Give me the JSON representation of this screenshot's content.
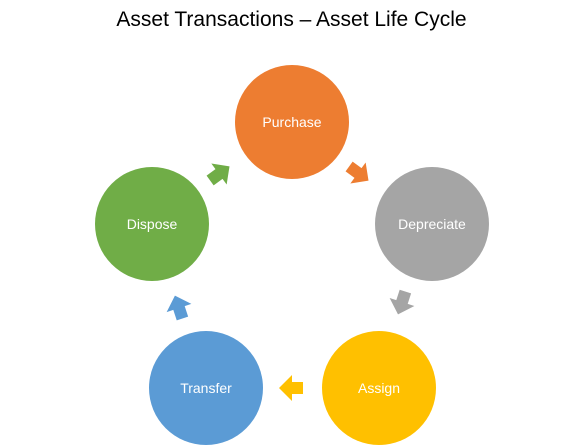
{
  "diagram": {
    "title": "Asset Transactions – Asset Life Cycle",
    "nodes": [
      {
        "id": "purchase",
        "label": "Purchase",
        "color": "#ED7D31"
      },
      {
        "id": "depreciate",
        "label": "Depreciate",
        "color": "#A5A5A5"
      },
      {
        "id": "assign",
        "label": "Assign",
        "color": "#FFC000"
      },
      {
        "id": "transfer",
        "label": "Transfer",
        "color": "#5B9BD5"
      },
      {
        "id": "dispose",
        "label": "Dispose",
        "color": "#70AD47"
      }
    ],
    "edges": [
      {
        "from": "purchase",
        "to": "depreciate",
        "color": "#ED7D31"
      },
      {
        "from": "depreciate",
        "to": "assign",
        "color": "#A5A5A5"
      },
      {
        "from": "assign",
        "to": "transfer",
        "color": "#FFC000"
      },
      {
        "from": "transfer",
        "to": "dispose",
        "color": "#5B9BD5"
      },
      {
        "from": "dispose",
        "to": "purchase",
        "color": "#70AD47"
      }
    ]
  }
}
